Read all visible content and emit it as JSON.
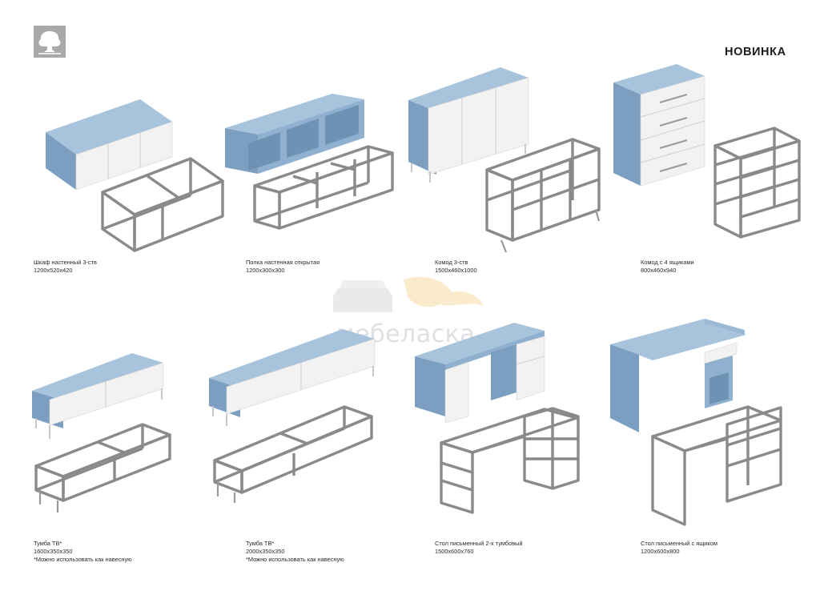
{
  "badge": "НОВИНКА",
  "watermark": {
    "text": "мебеласка"
  },
  "colors": {
    "panel_blue": "#8fb1cf",
    "panel_blue_dark": "#7a9dbd",
    "front_white": "#f3f3f3",
    "frame_gray": "#8a8a8a",
    "logo_gray": "#a9a9a9"
  },
  "products": [
    {
      "name": "Шкаф настенный 3-ств",
      "size": "1200х520х420",
      "note": ""
    },
    {
      "name": "Полка настенная открытая",
      "size": "1200х300х300",
      "note": ""
    },
    {
      "name": "Комод 3-ств",
      "size": "1500х460х1000",
      "note": ""
    },
    {
      "name": "Комод с 4 ящиками",
      "size": "800х460х940",
      "note": ""
    },
    {
      "name": "Тумба ТВ*",
      "size": "1600х350х350",
      "note": "*Можно использовать как навесную"
    },
    {
      "name": "Тумба ТВ*",
      "size": "2000х350х350",
      "note": "*Можно использовать как навесную"
    },
    {
      "name": "Стол письменный 2-х тумбовый",
      "size": "1500х600х760",
      "note": ""
    },
    {
      "name": "Стол письменный с ящиком",
      "size": "1200х600х800",
      "note": ""
    }
  ]
}
